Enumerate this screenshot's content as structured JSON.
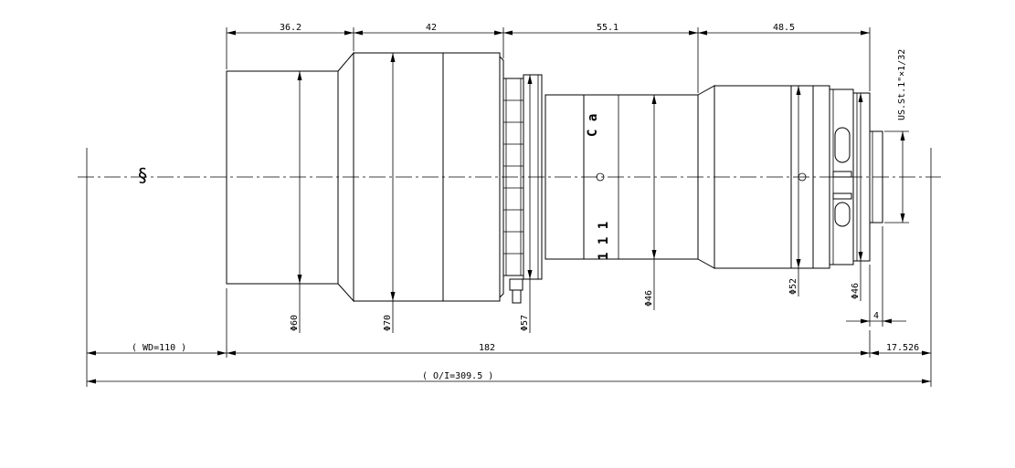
{
  "dimensions": {
    "top": [
      "36.2",
      "42",
      "55.1",
      "48.5"
    ],
    "thread": "US.St.1\"×1/32",
    "diameters": [
      "Φ60",
      "Φ70",
      "Φ57",
      "Φ46",
      "Φ52",
      "Φ46"
    ],
    "flange": "4",
    "wd": "( WD=110 )",
    "lens_length": "182",
    "back_focus": "17.526",
    "oi": "( O/I=309.5 )"
  },
  "engraving": {
    "top": "C a",
    "bottom": "1 1 1"
  },
  "symbols": {
    "break_mark": "§"
  }
}
